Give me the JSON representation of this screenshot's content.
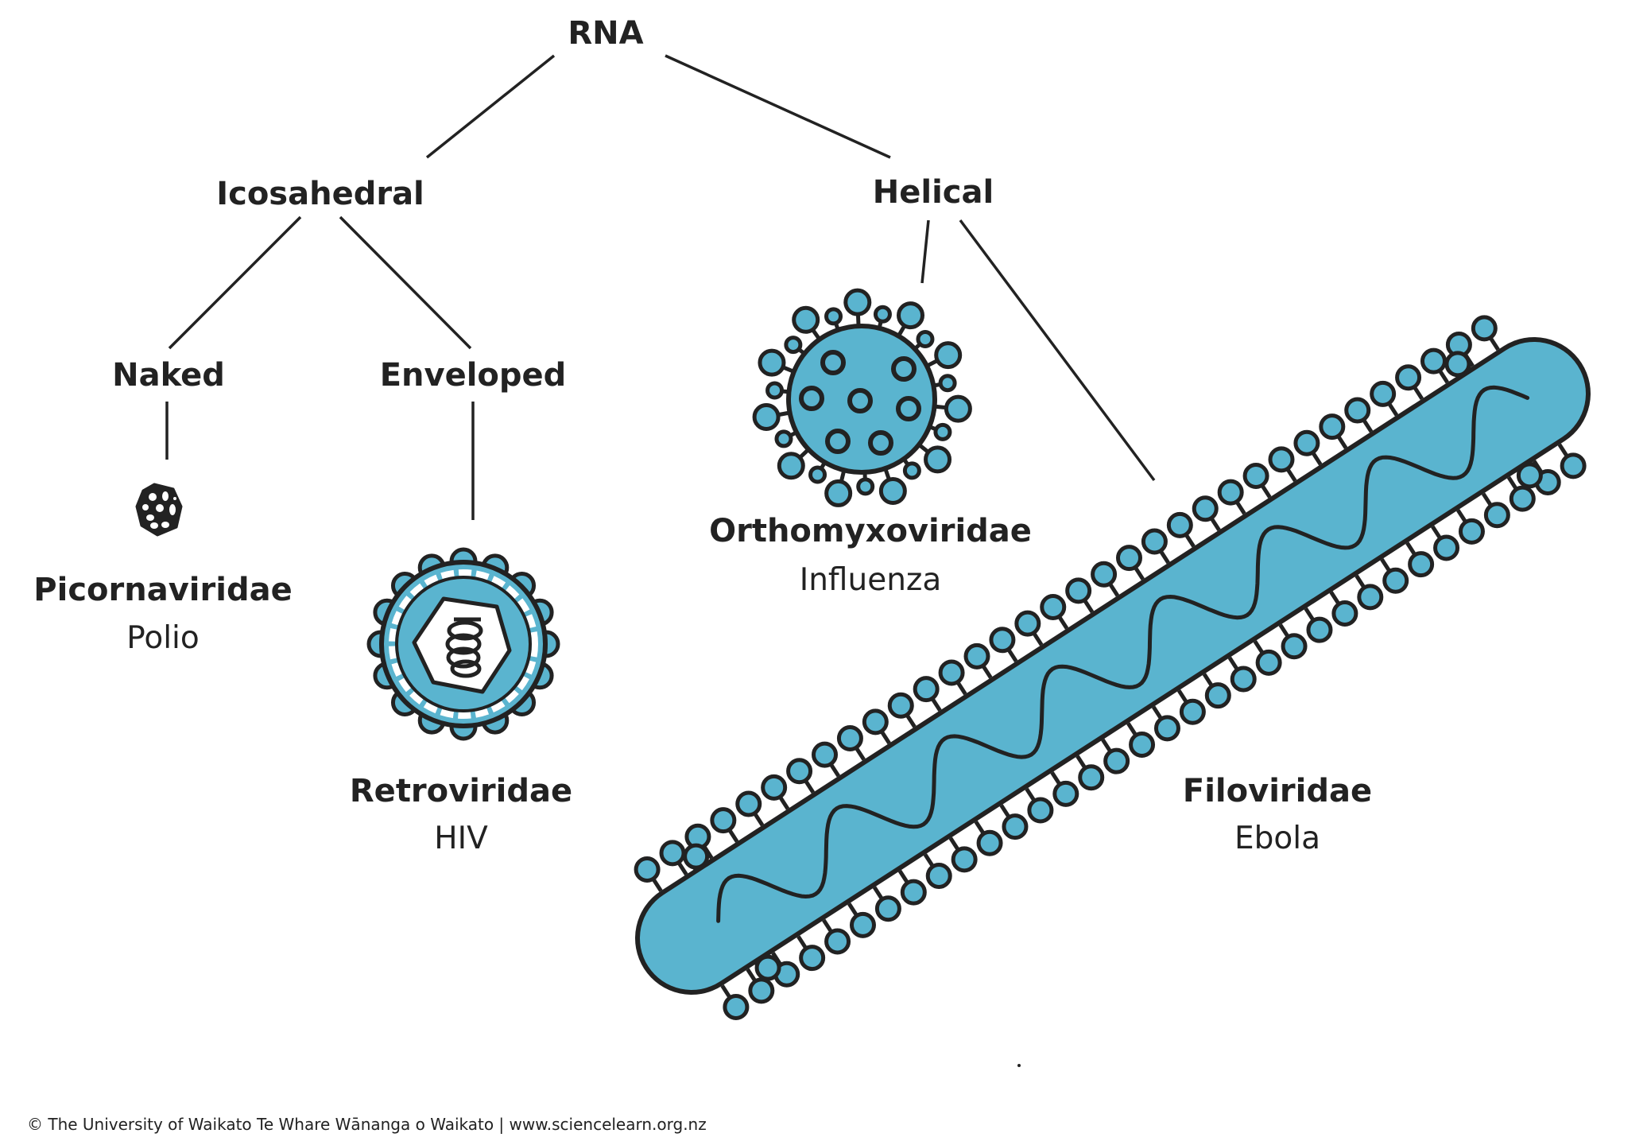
{
  "diagram": {
    "root": {
      "label": "RNA"
    },
    "branches": [
      {
        "label": "Icosahedral",
        "children": [
          {
            "label": "Naked",
            "family": "Picornaviridae",
            "example": "Polio",
            "icon": "picornavirus-icon"
          },
          {
            "label": "Enveloped",
            "family": "Retroviridae",
            "example": "HIV",
            "icon": "retrovirus-icon"
          }
        ]
      },
      {
        "label": "Helical",
        "children": [
          {
            "family": "Orthomyxoviridae",
            "example": "Influenza",
            "icon": "influenza-virus-icon"
          },
          {
            "family": "Filoviridae",
            "example": "Ebola",
            "icon": "ebola-virus-icon"
          }
        ]
      }
    ],
    "colors": {
      "virus_fill": "#5ab4cf",
      "outline": "#222222",
      "background": "#ffffff"
    }
  },
  "footer": {
    "copyright": "© The University of Waikato Te Whare Wānanga o Waikato | www.sciencelearn.org.nz"
  }
}
